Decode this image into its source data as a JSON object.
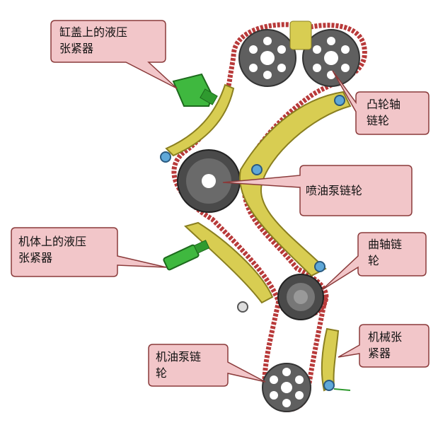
{
  "labels": {
    "head_tensioner": "缸盖上的液压\n张紧器",
    "camshaft_sprocket": "凸轮轴\n链轮",
    "injection_pump_sprocket": "喷油泵链轮",
    "block_tensioner": "机体上的液压\n张紧器",
    "crankshaft_sprocket": "曲轴链\n轮",
    "mechanical_tensioner": "机械张\n紧器",
    "oil_pump_sprocket": "机油泵链\n轮"
  },
  "colors": {
    "callout_fill": "#f2c6c9",
    "callout_stroke": "#8a3a3a",
    "chain": "#b83a3a",
    "sprocket": "#5f5f5f",
    "guide": "#d8cd52",
    "hydraulic_tensioner": "#3fb83f"
  }
}
